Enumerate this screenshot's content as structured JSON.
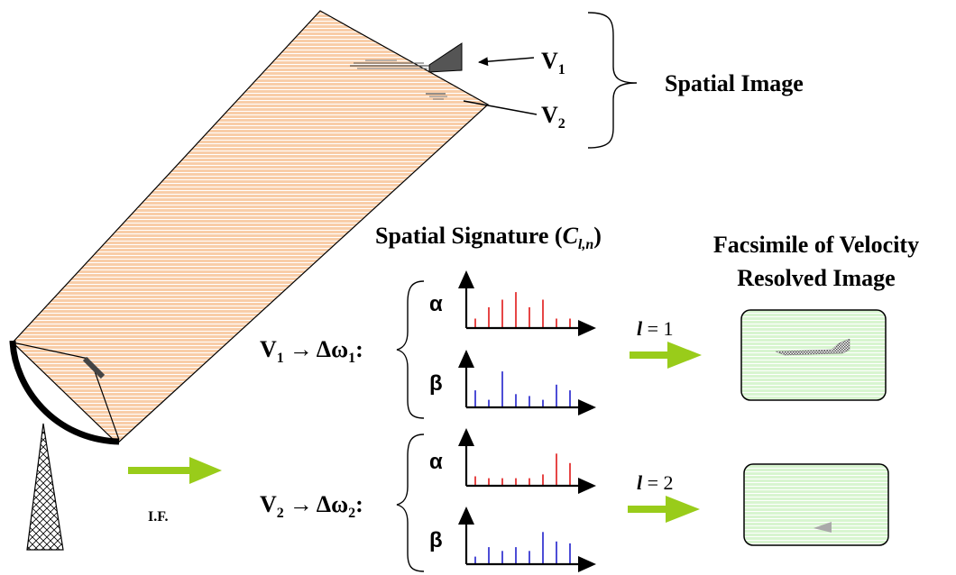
{
  "labels": {
    "v1": "V",
    "v1_sub": "1",
    "v2": "V",
    "v2_sub": "2",
    "spatial_image": "Spatial Image",
    "spatial_signature_prefix": "Spatial Signature (",
    "spatial_signature_c": "C",
    "spatial_signature_sub": "l,n",
    "spatial_signature_suffix": ")",
    "facsimile_line1": "Facsimile of Velocity",
    "facsimile_line2": "Resolved Image",
    "if_label": "I.F.",
    "row1_v": "V",
    "row1_v_sub": "1",
    "row1_arrow": "→",
    "row1_dw": "Δω",
    "row1_dw_sub": "1",
    "row1_colon": ":",
    "row2_v": "V",
    "row2_v_sub": "2",
    "row2_arrow": "→",
    "row2_dw": "Δω",
    "row2_dw_sub": "2",
    "row2_colon": ":",
    "alpha": "α",
    "beta": "β",
    "l_eq_1_l": "l",
    "l_eq_1_rest": " = 1",
    "l_eq_2_l": "l",
    "l_eq_2_rest": " = 2"
  },
  "colors": {
    "beam_fill": "#f8cda8",
    "beam_stripe": "#ffffff",
    "output_fill": "#d8f5d0",
    "green_arrow": "#99cc1a",
    "alpha_stems": "#e01818",
    "beta_stems": "#2020cc",
    "dish": "#000000"
  },
  "spectra": {
    "row1_alpha": [
      0.25,
      0.55,
      0.75,
      0.95,
      0.55,
      0.75,
      0.25,
      0.25
    ],
    "row1_beta": [
      0.45,
      0.2,
      0.95,
      0.35,
      0.3,
      0.2,
      0.6,
      0.45
    ],
    "row2_alpha": [
      0.25,
      0.2,
      0.2,
      0.2,
      0.2,
      0.3,
      0.85,
      0.6
    ],
    "row2_beta": [
      0.2,
      0.45,
      0.35,
      0.45,
      0.35,
      0.85,
      0.6,
      0.55
    ]
  }
}
